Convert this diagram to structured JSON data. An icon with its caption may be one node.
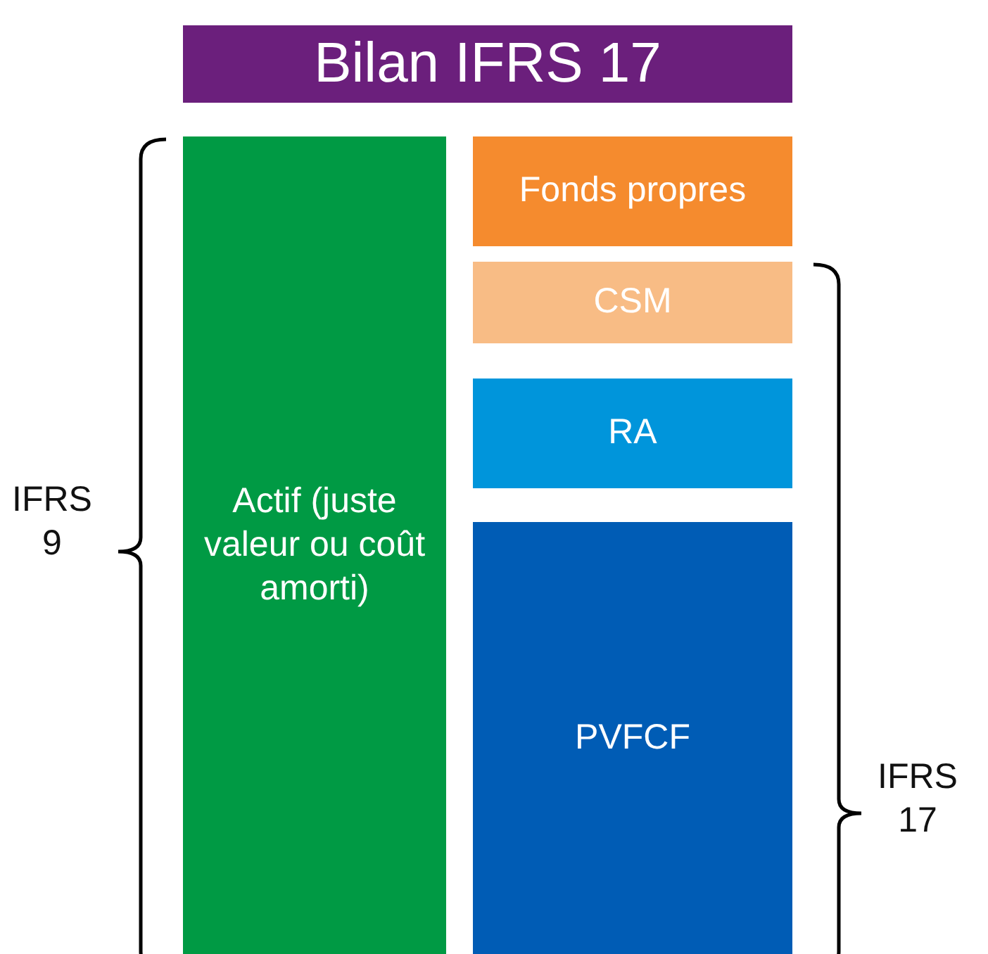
{
  "diagram": {
    "title": "Bilan IFRS 17",
    "nodes": [
      {
        "text": [
          "Actif (juste valeur ou coût amorti)"
        ]
      },
      {
        "text": [
          "Fonds propres"
        ]
      },
      {
        "text": [
          "CSM"
        ]
      },
      {
        "text": [
          "RA"
        ]
      },
      {
        "text": [
          "PVFCF"
        ]
      }
    ],
    "labels": [
      "IFRS 9",
      "IFRS 17"
    ]
  }
}
